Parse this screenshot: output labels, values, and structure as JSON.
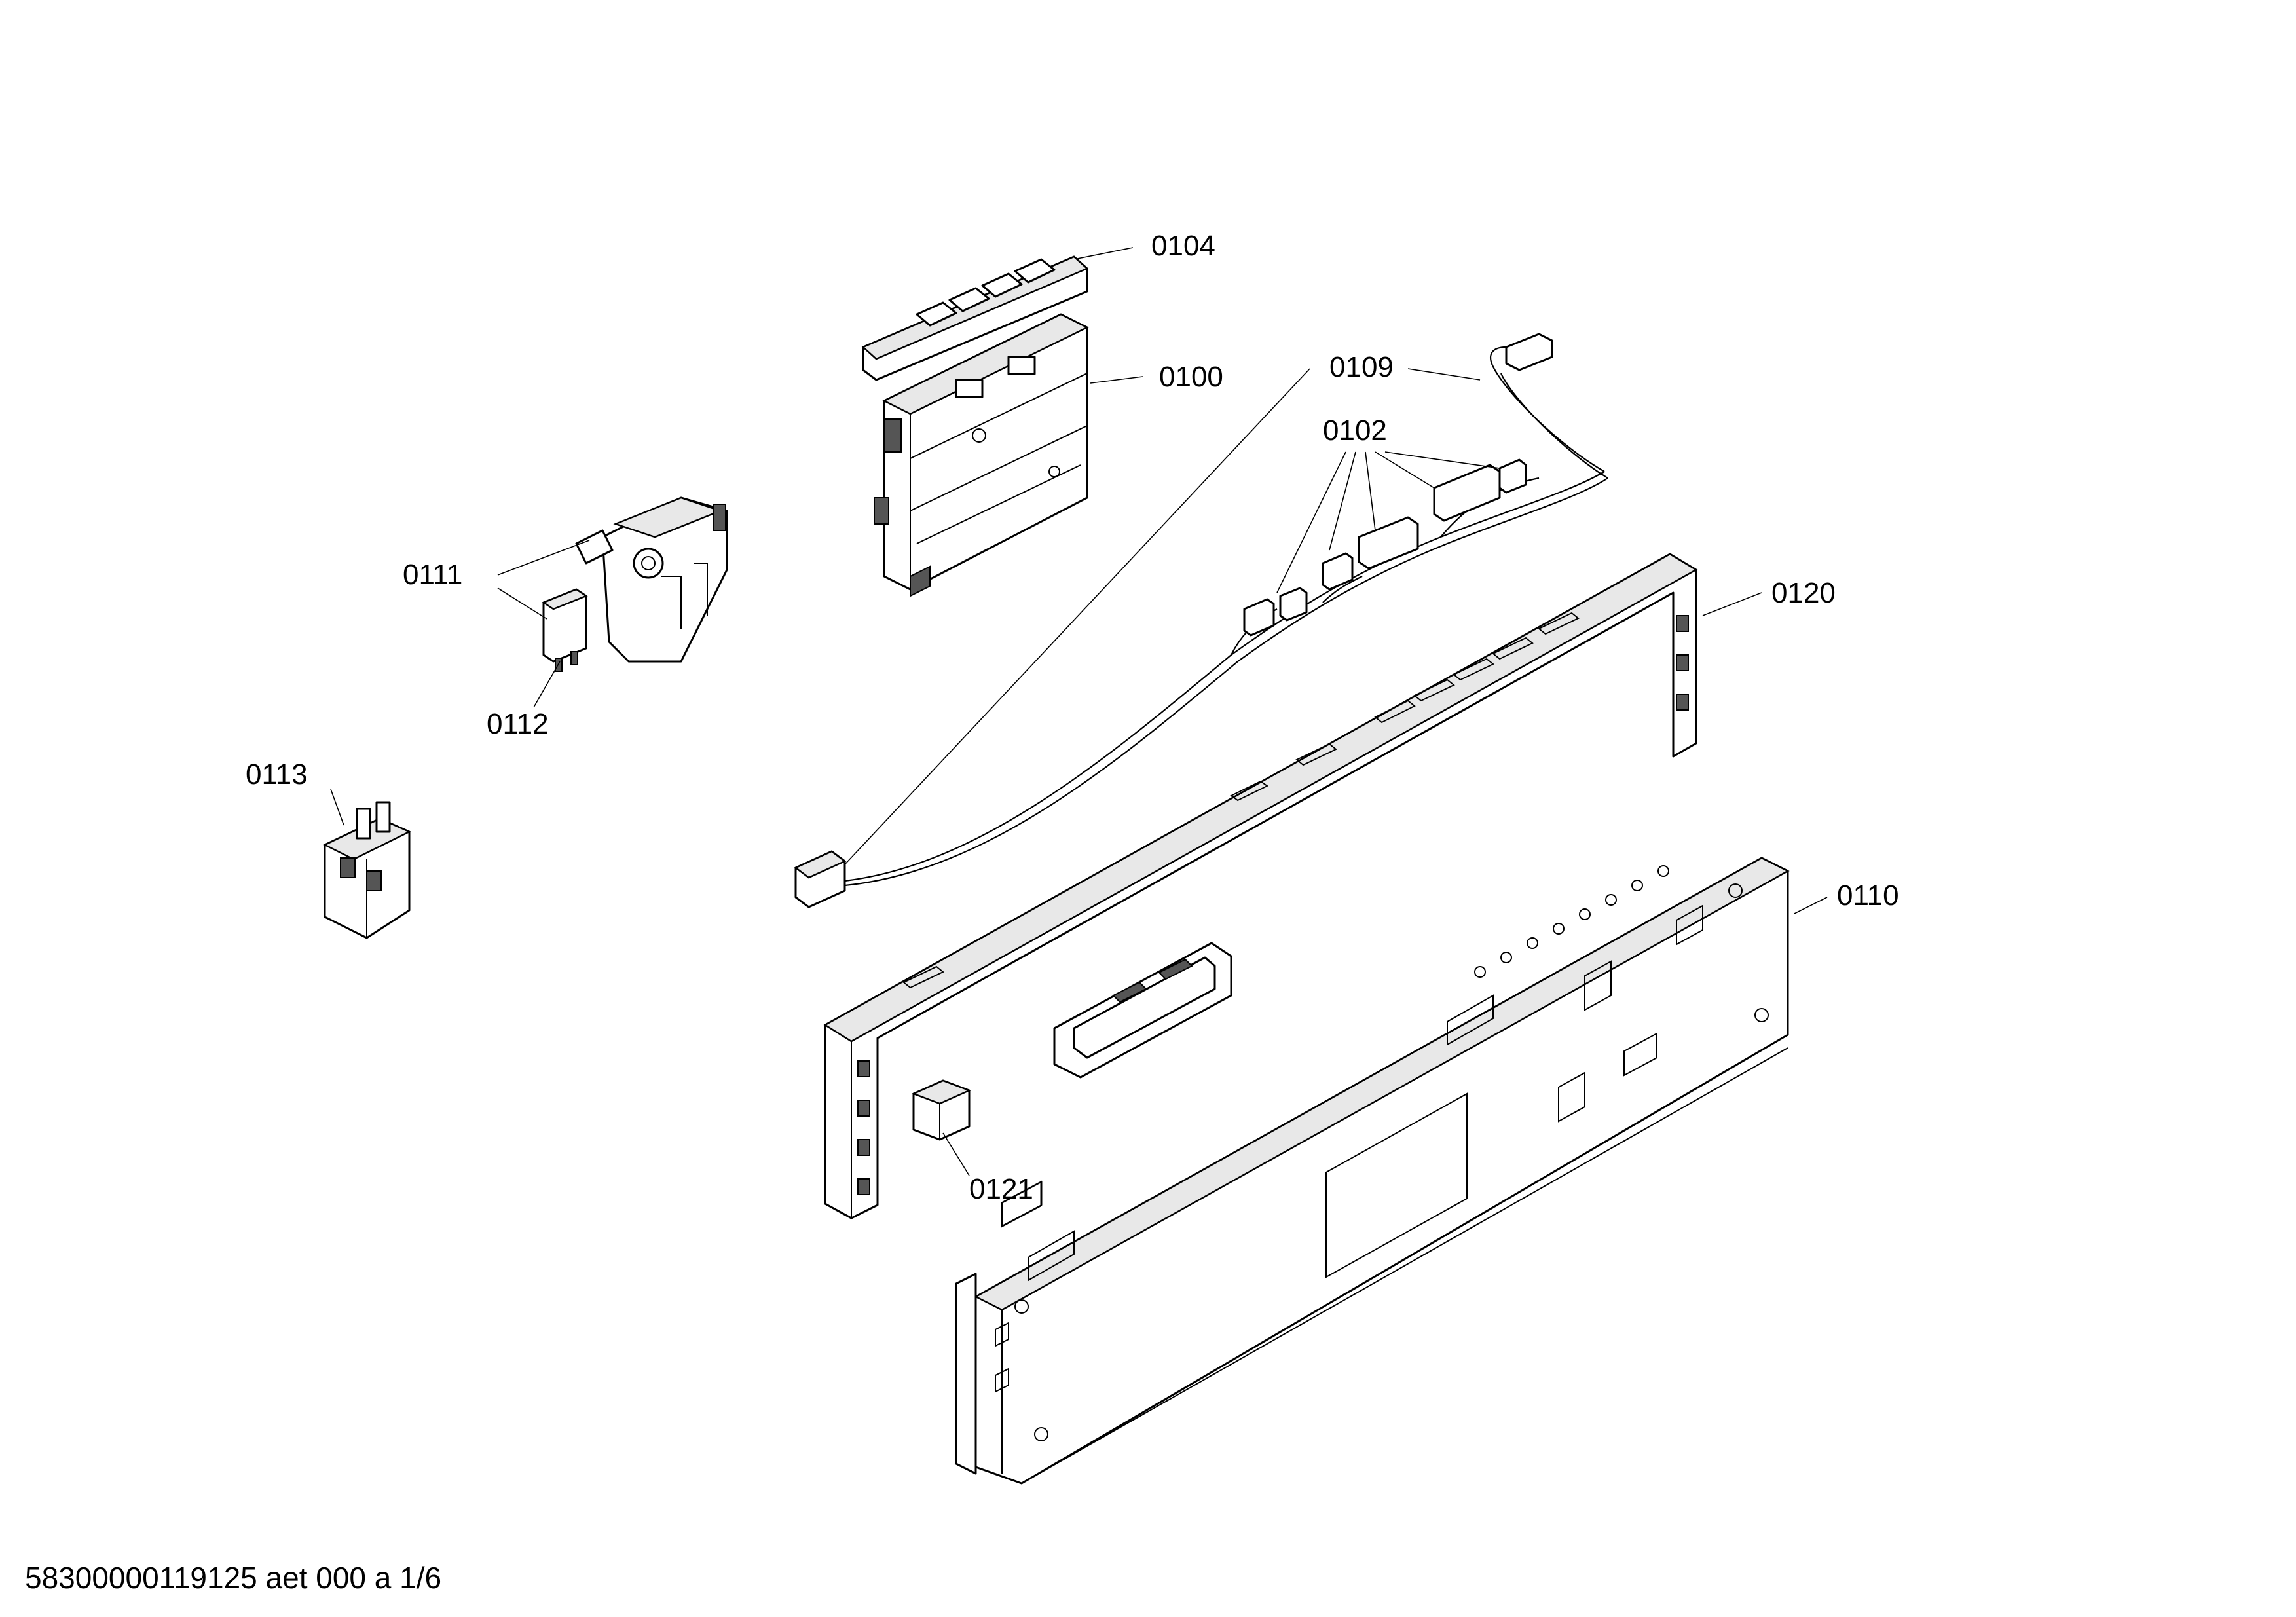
{
  "labels": {
    "p0104": "0104",
    "p0100": "0100",
    "p0109": "0109",
    "p0102": "0102",
    "p0111": "0111",
    "p0112": "0112",
    "p0113": "0113",
    "p0120": "0120",
    "p0110": "0110",
    "p0121": "0121"
  },
  "footer": {
    "document_code": "58300000119125 aet 000 a 1/6"
  }
}
